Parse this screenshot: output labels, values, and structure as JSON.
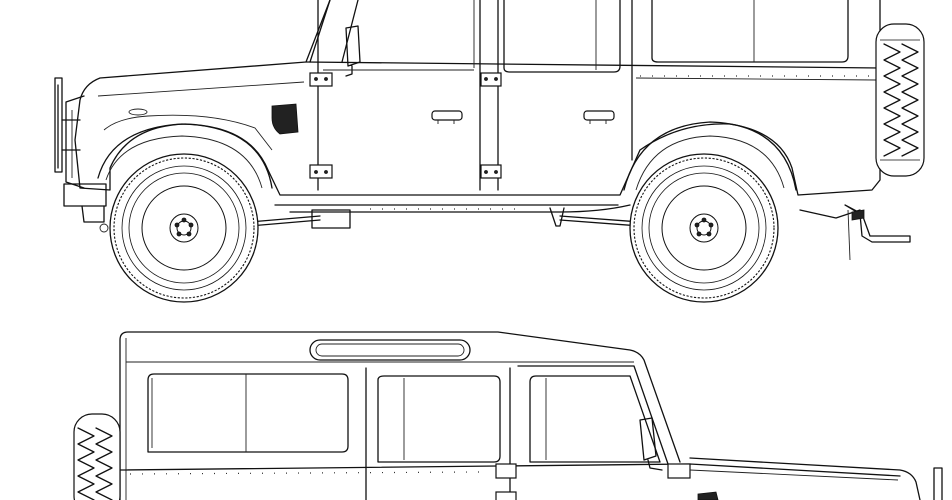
{
  "drawing": {
    "type": "line-art blueprint",
    "views": [
      "side-view-right",
      "side-view-left"
    ],
    "line_color": "#111111",
    "background": "#ffffff"
  }
}
